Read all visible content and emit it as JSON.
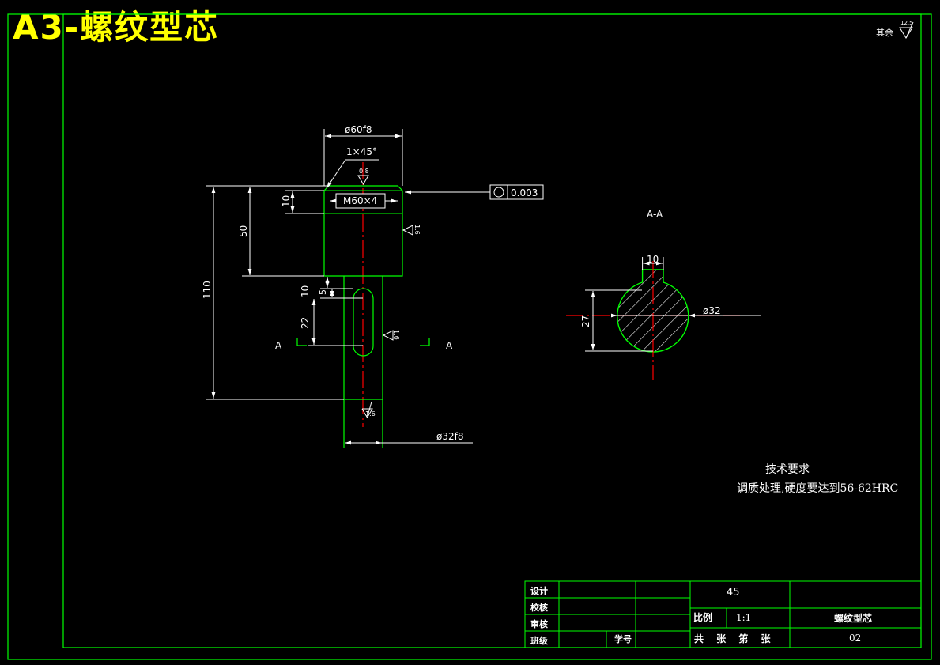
{
  "sheet_title": "A3-螺纹型芯",
  "colors": {
    "background": "#000000",
    "frame": "#00ff00",
    "outline": "#00ff00",
    "dimension": "#ffffff",
    "centerline": "#ff0000",
    "title": "#ffff00"
  },
  "roughness_general": {
    "value": "12.5",
    "label": "其余"
  },
  "front_view": {
    "dim_top_diameter": "ø60f8",
    "dim_chamfer": "1×45°",
    "roughness_top": "0.8",
    "dim_thread": "M60×4",
    "tolerance_symbol": "○",
    "tolerance_value": "0.003",
    "dim_thread_len": "10",
    "dim_head_len": "50",
    "dim_total_len": "110",
    "dim_slot_offset": "10",
    "dim_slot_half": "5",
    "dim_slot_len": "22",
    "roughness_head": "1.6",
    "roughness_shaft": "1.6",
    "roughness_bottom": "1.6",
    "section_mark_left": "A",
    "section_mark_right": "A",
    "dim_shaft_diameter": "ø32f8"
  },
  "section_view": {
    "label": "A-A",
    "dim_slot_width": "10",
    "dim_depth": "27",
    "dim_diameter": "ø32"
  },
  "tech_requirements": {
    "heading": "技术要求",
    "text": "调质处理,硬度要达到56-62HRC"
  },
  "title_block": {
    "row_labels": [
      "设计",
      "校核",
      "审核",
      "班级"
    ],
    "student_no_label": "学号",
    "material": "45",
    "scale_label": "比例",
    "scale_value": "1:1",
    "part_name": "螺纹型芯",
    "sheets_label": "共 张 第 张",
    "drawing_no": "02"
  }
}
